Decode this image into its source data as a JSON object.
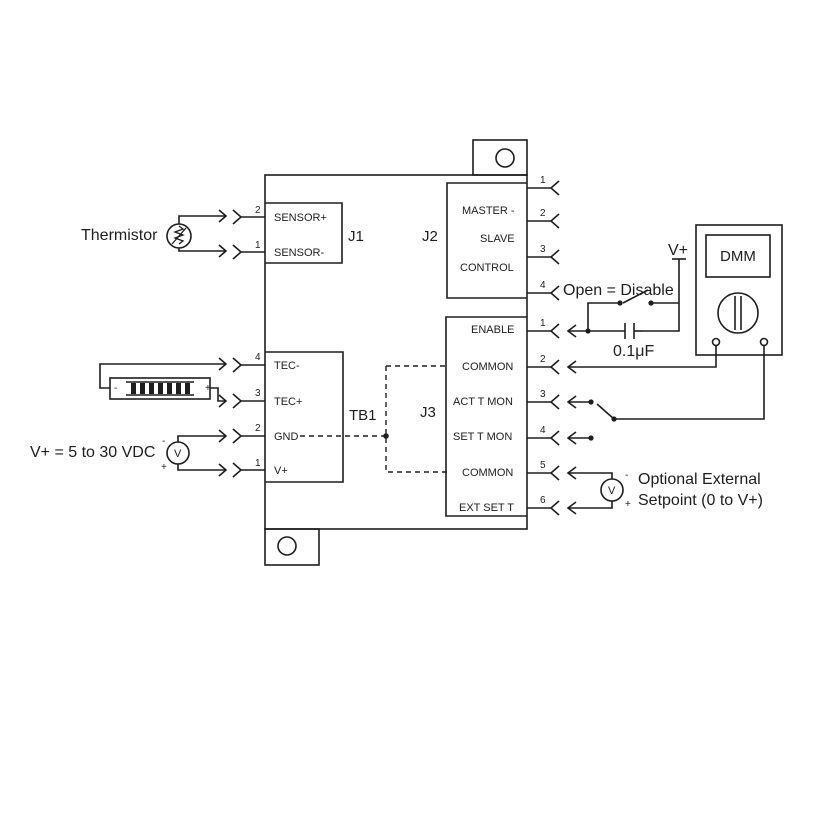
{
  "labels": {
    "thermistor": "Thermistor",
    "supply": "V+ = 5 to 30 VDC",
    "open_disable": "Open = Disable",
    "vplus": "V+",
    "capacitor": "0.1μF",
    "dmm": "DMM",
    "optional_external_1": "Optional External",
    "optional_external_2": "Setpoint (0 to V+)",
    "voltmeter_symbol": "V",
    "minus": "-",
    "plus": "+"
  },
  "connectors": {
    "j1": {
      "name": "J1",
      "pins": [
        {
          "num": "2",
          "label": "SENSOR+"
        },
        {
          "num": "1",
          "label": "SENSOR-"
        }
      ]
    },
    "j2": {
      "name": "J2",
      "pin_numbers": [
        "1",
        "2",
        "3",
        "4"
      ],
      "labels": [
        "MASTER -",
        "SLAVE",
        "CONTROL"
      ]
    },
    "tb1": {
      "name": "TB1",
      "pins": [
        {
          "num": "4",
          "label": "TEC-"
        },
        {
          "num": "3",
          "label": "TEC+"
        },
        {
          "num": "2",
          "label": "GND"
        },
        {
          "num": "1",
          "label": "V+"
        }
      ]
    },
    "j3": {
      "name": "J3",
      "pins": [
        {
          "num": "1",
          "label": "ENABLE"
        },
        {
          "num": "2",
          "label": "COMMON"
        },
        {
          "num": "3",
          "label": "ACT T MON"
        },
        {
          "num": "4",
          "label": "SET T MON"
        },
        {
          "num": "5",
          "label": "COMMON"
        },
        {
          "num": "6",
          "label": "EXT SET T"
        }
      ]
    }
  }
}
